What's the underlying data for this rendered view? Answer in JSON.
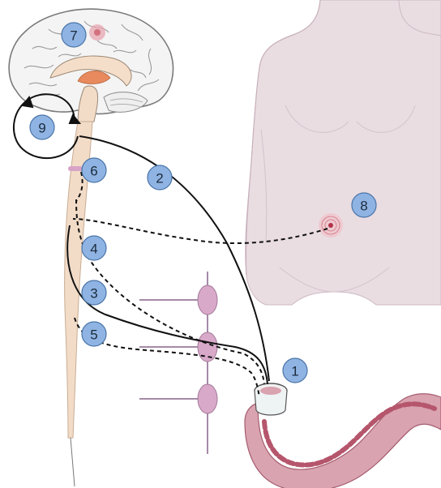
{
  "markers": [
    {
      "id": "marker-1",
      "label": "1"
    },
    {
      "id": "marker-2",
      "label": "2"
    },
    {
      "id": "marker-3",
      "label": "3"
    },
    {
      "id": "marker-4",
      "label": "4"
    },
    {
      "id": "marker-5",
      "label": "5"
    },
    {
      "id": "marker-6",
      "label": "6"
    },
    {
      "id": "marker-7",
      "label": "7"
    },
    {
      "id": "marker-8",
      "label": "8"
    },
    {
      "id": "marker-9",
      "label": "9"
    }
  ],
  "colors": {
    "badge_fill": "#8fb4e3",
    "badge_stroke": "#4a74a8",
    "spinal_cord": "#f2dcc8",
    "body_silhouette": "#e9dde2",
    "colon": "#d9a3b0",
    "colon_inner": "#b5566c",
    "ganglion": "#d9a9c9",
    "nerve_fiber": "#a58aa6",
    "pathway_line": "#111111",
    "brain_fill": "#f4f4f4",
    "brain_outline": "#7a7a7a"
  }
}
